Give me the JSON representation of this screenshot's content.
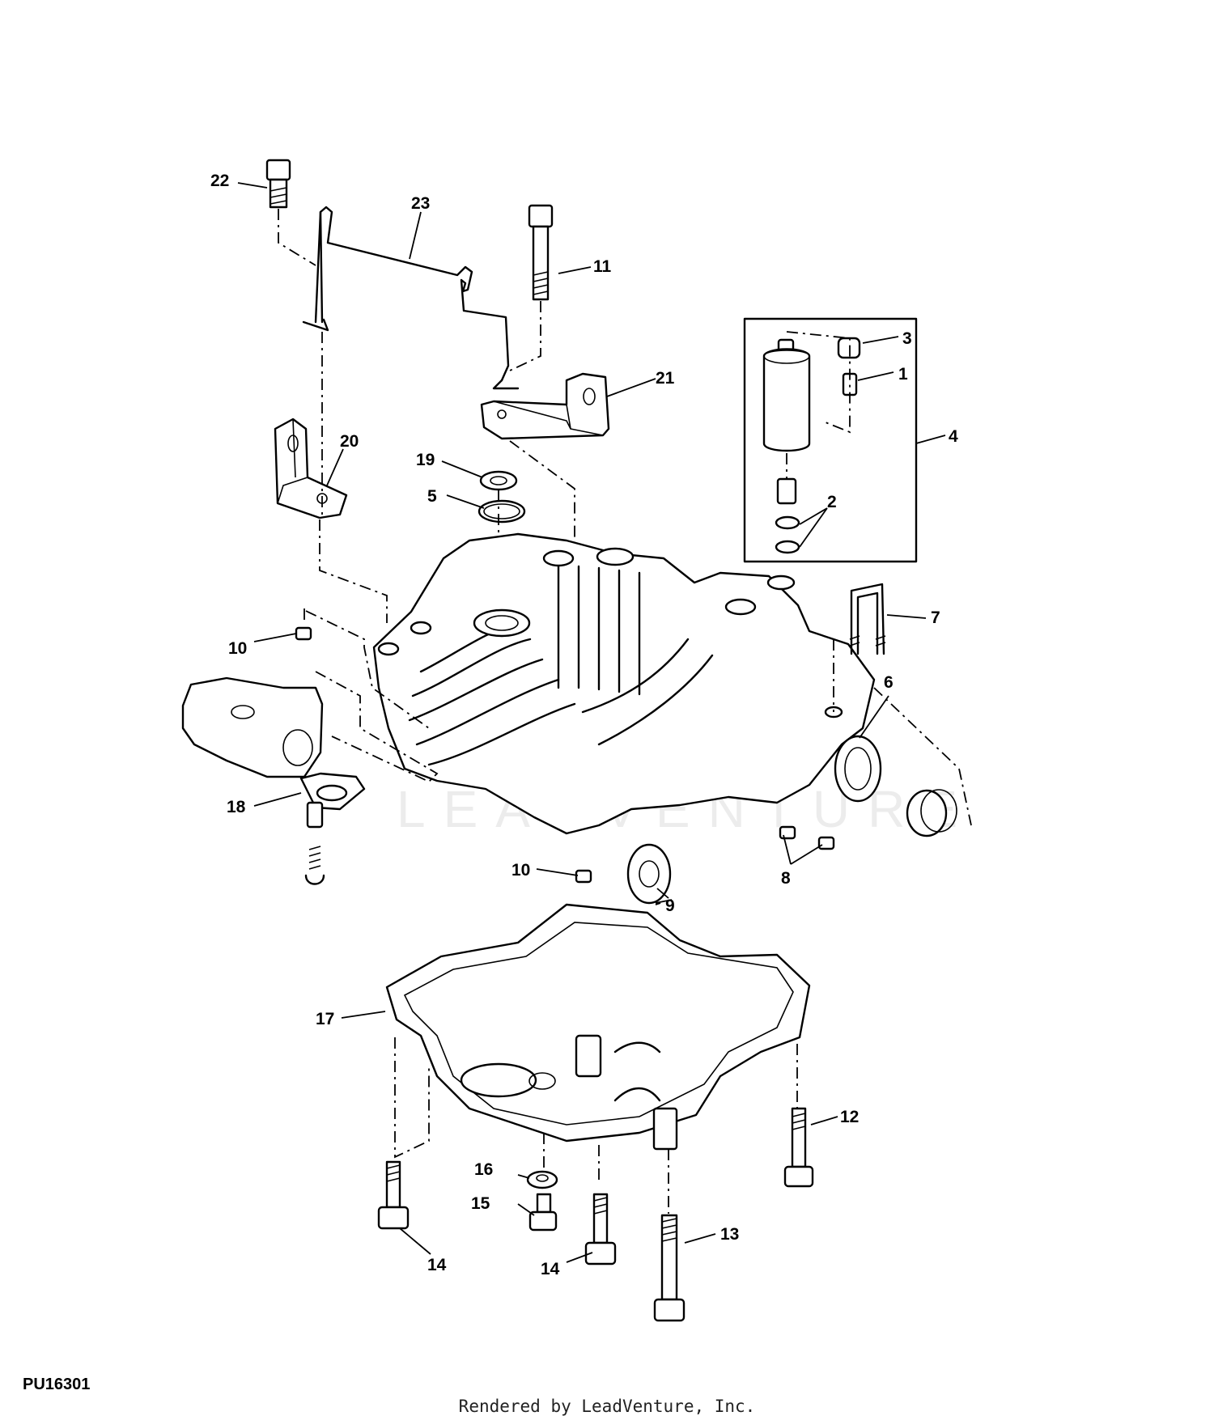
{
  "diagram": {
    "figure_id": "PU16301",
    "credit": "Rendered by LeadVenture, Inc.",
    "watermark": "LEADVENTURE",
    "callouts": [
      {
        "id": "c1",
        "label": "1"
      },
      {
        "id": "c2",
        "label": "2"
      },
      {
        "id": "c3",
        "label": "3"
      },
      {
        "id": "c4",
        "label": "4"
      },
      {
        "id": "c5",
        "label": "5"
      },
      {
        "id": "c6",
        "label": "6"
      },
      {
        "id": "c7",
        "label": "7"
      },
      {
        "id": "c8",
        "label": "8"
      },
      {
        "id": "c9",
        "label": "9"
      },
      {
        "id": "c10a",
        "label": "10"
      },
      {
        "id": "c10b",
        "label": "10"
      },
      {
        "id": "c11",
        "label": "11"
      },
      {
        "id": "c12",
        "label": "12"
      },
      {
        "id": "c13",
        "label": "13"
      },
      {
        "id": "c14a",
        "label": "14"
      },
      {
        "id": "c14b",
        "label": "14"
      },
      {
        "id": "c15",
        "label": "15"
      },
      {
        "id": "c16",
        "label": "16"
      },
      {
        "id": "c17",
        "label": "17"
      },
      {
        "id": "c18",
        "label": "18"
      },
      {
        "id": "c19",
        "label": "19"
      },
      {
        "id": "c20",
        "label": "20"
      },
      {
        "id": "c21",
        "label": "21"
      },
      {
        "id": "c22",
        "label": "22"
      },
      {
        "id": "c23",
        "label": "23"
      }
    ]
  }
}
